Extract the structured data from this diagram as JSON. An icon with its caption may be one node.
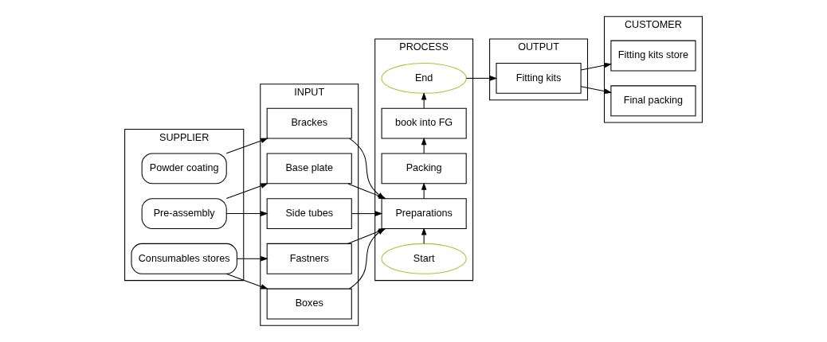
{
  "diagram": {
    "nodes": [
      {
        "text": [
          "SUPPLIER"
        ]
      },
      {
        "text": [
          "INPUT"
        ]
      },
      {
        "text": [
          "PROCESS"
        ]
      },
      {
        "text": [
          "OUTPUT"
        ]
      },
      {
        "text": [
          "CUSTOMER"
        ]
      },
      {
        "text": [
          "Powder coating"
        ],
        "in": 0
      },
      {
        "text": [
          "Pre-assembly"
        ],
        "in": 0
      },
      {
        "text": [
          "Consumables stores"
        ],
        "in": 0
      },
      {
        "text": [
          "Brackes"
        ],
        "in": 1
      },
      {
        "text": [
          "Base plate"
        ],
        "in": 1
      },
      {
        "text": [
          "Side tubes"
        ],
        "in": 1
      },
      {
        "text": [
          "Fastners"
        ],
        "in": 1
      },
      {
        "text": [
          "Boxes"
        ],
        "in": 1
      },
      {
        "text": [
          "Start"
        ],
        "in": 2
      },
      {
        "text": [
          "Preparations"
        ],
        "in": 2
      },
      {
        "text": [
          "Packing"
        ],
        "in": 2
      },
      {
        "text": [
          "book into FG"
        ],
        "in": 2
      },
      {
        "text": [
          "End"
        ],
        "in": 2
      },
      {
        "text": [
          "Fitting kits"
        ],
        "in": 3
      },
      {
        "text": [
          "Fitting kits store"
        ],
        "in": 4
      },
      {
        "text": [
          "Final packing"
        ],
        "in": 4
      }
    ],
    "edges": [
      {
        "from": 5,
        "to": 8,
        "arrow": "to"
      },
      {
        "from": 6,
        "to": 9,
        "arrow": "to"
      },
      {
        "from": 6,
        "to": 10,
        "arrow": "to"
      },
      {
        "from": 7,
        "to": 11,
        "arrow": "to"
      },
      {
        "from": 7,
        "to": 12,
        "arrow": "to"
      },
      {
        "from": 8,
        "to": 14,
        "arrow": "to"
      },
      {
        "from": 9,
        "to": 14,
        "arrow": "to"
      },
      {
        "from": 10,
        "to": 14,
        "arrow": "to"
      },
      {
        "from": 11,
        "to": 14,
        "arrow": "to"
      },
      {
        "from": 12,
        "to": 14,
        "arrow": "to"
      },
      {
        "from": 13,
        "to": 14,
        "arrow": "to"
      },
      {
        "from": 14,
        "to": 15,
        "arrow": "to"
      },
      {
        "from": 15,
        "to": 16,
        "arrow": "to"
      },
      {
        "from": 16,
        "to": 17,
        "arrow": "to"
      },
      {
        "from": 17,
        "to": 18,
        "arrow": "to"
      },
      {
        "from": 18,
        "to": 19,
        "arrow": "to"
      },
      {
        "from": 18,
        "to": 20,
        "arrow": "to"
      }
    ]
  }
}
